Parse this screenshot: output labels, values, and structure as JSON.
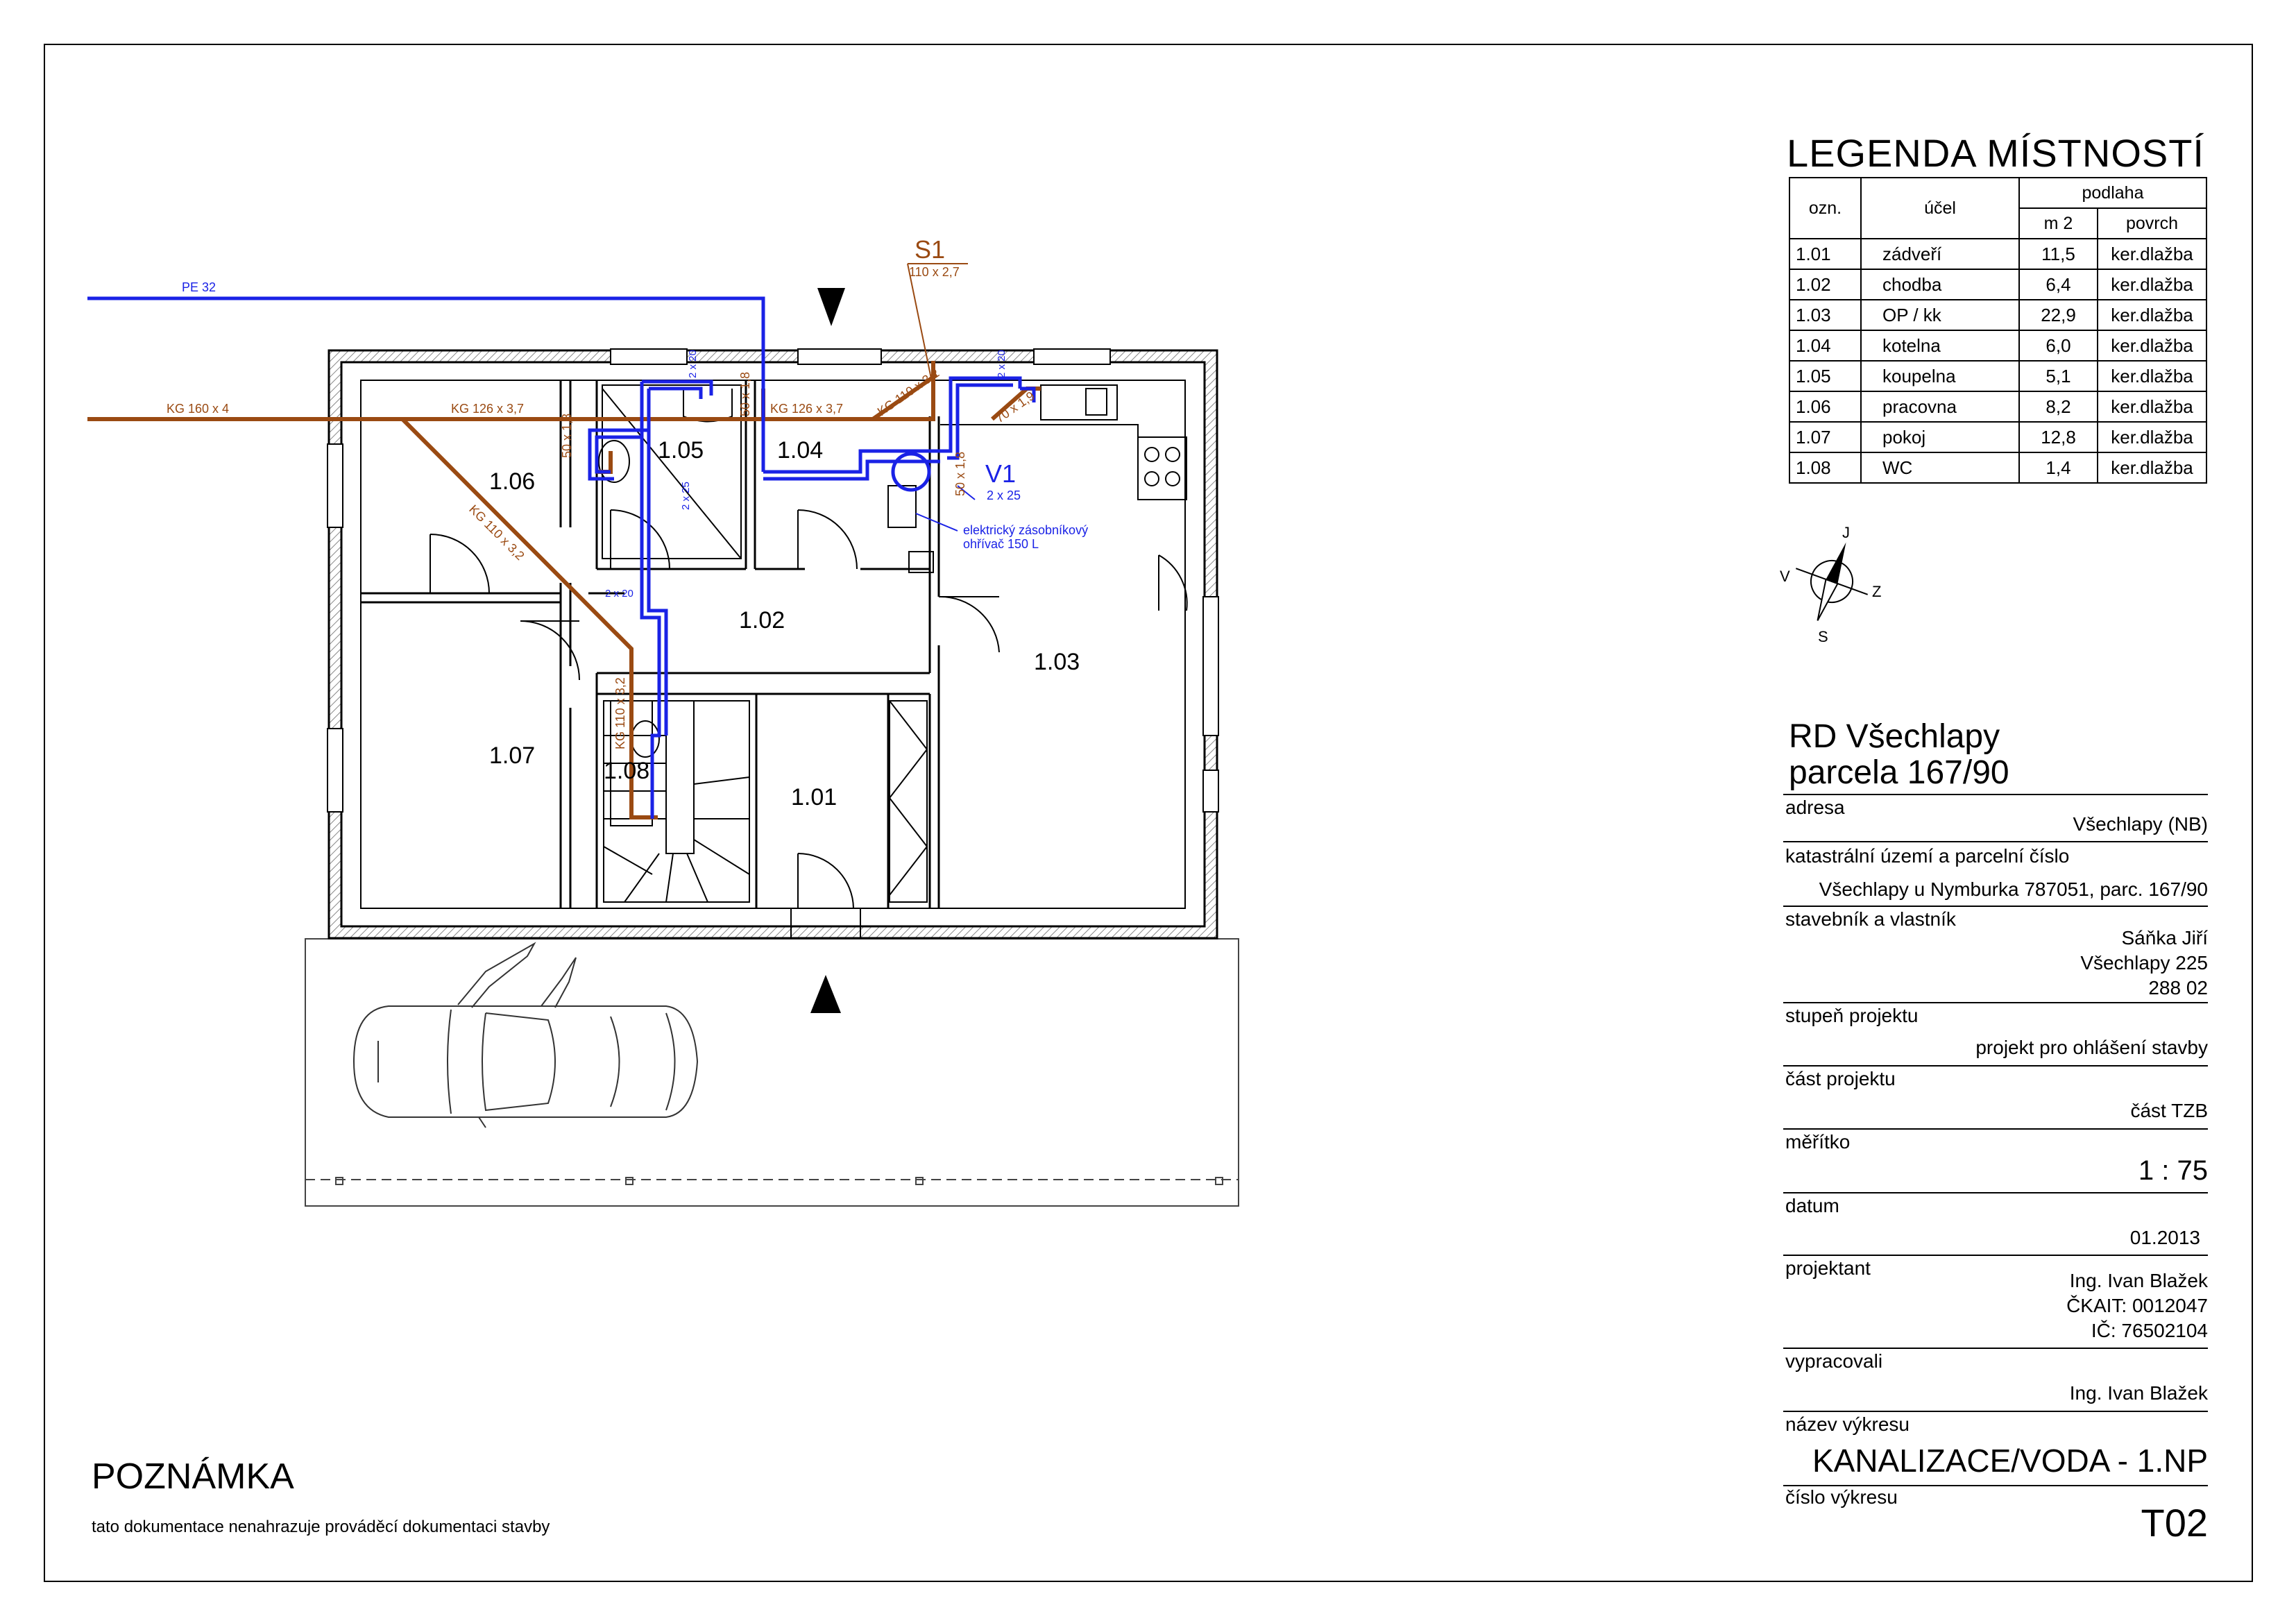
{
  "legend": {
    "title": "LEGENDA MÍSTNOSTÍ",
    "headers": {
      "code": "ozn.",
      "use": "účel",
      "floor": "podlaha",
      "area": "m 2",
      "surface": "povrch"
    },
    "rooms": [
      {
        "code": "1.01",
        "name": "zádveří",
        "area": "11,5",
        "surface": "ker.dlažba"
      },
      {
        "code": "1.02",
        "name": "chodba",
        "area": "6,4",
        "surface": "ker.dlažba"
      },
      {
        "code": "1.03",
        "name": "OP / kk",
        "area": "22,9",
        "surface": "ker.dlažba"
      },
      {
        "code": "1.04",
        "name": "kotelna",
        "area": "6,0",
        "surface": "ker.dlažba"
      },
      {
        "code": "1.05",
        "name": "koupelna",
        "area": "5,1",
        "surface": "ker.dlažba"
      },
      {
        "code": "1.06",
        "name": "pracovna",
        "area": "8,2",
        "surface": "ker.dlažba"
      },
      {
        "code": "1.07",
        "name": "pokoj",
        "area": "12,8",
        "surface": "ker.dlažba"
      },
      {
        "code": "1.08",
        "name": "WC",
        "area": "1,4",
        "surface": "ker.dlažba"
      }
    ]
  },
  "compass": {
    "north": "S",
    "south": "J",
    "east": "V",
    "west": "Z"
  },
  "plan": {
    "room_labels": [
      "1.01",
      "1.02",
      "1.03",
      "1.04",
      "1.05",
      "1.06",
      "1.07",
      "1.08"
    ],
    "pipe_labels": {
      "water_main": "PE 32",
      "sewer_main": "KG 160 x 4",
      "sewer_126_a": "KG 126 x 3,7",
      "sewer_126_b": "KG 126 x 3,7",
      "sewer_110_diag": "KG 110 x 3,2",
      "sewer_110_stack": "KG 110 x 3,2",
      "sewer_110_kitchen": "KG 110 x 3,2",
      "s1_tag": "S1",
      "s1_dim": "110 x 2,7",
      "v1_tag": "V1",
      "v1_dim": "2 x 25",
      "boiler_line1": "elektrický zásobníkový",
      "boiler_line2": "ohřívač  150 L",
      "waste_50_a": "50 x 1,8",
      "waste_50_b": "50 x 1,8",
      "waste_50_c": "50 x 1,8",
      "waste_70": "70 x 1,9",
      "water_2x20_a": "2 x 20",
      "water_2x20_b": "2 x 20",
      "water_2x20_c": "2 x 20",
      "water_2x25": "2 x 25"
    }
  },
  "title_block": {
    "project_name_1": "RD Všechlapy",
    "project_name_2": "parcela 167/90",
    "address_label": "adresa",
    "address": "Všechlapy (NB)",
    "cadastre_label": "katastrální území a parcelní číslo",
    "cadastre": "Všechlapy u Nymburka 787051, parc. 167/90",
    "owner_label": "stavebník a vlastník",
    "owner_name": "Sáňka Jiří",
    "owner_street": "Všechlapy 225",
    "owner_zip": "288 02",
    "stage_label": "stupeň projektu",
    "stage": "projekt pro ohlášení stavby",
    "part_label": "část projektu",
    "part": "část TZB",
    "scale_label": "měřítko",
    "scale": "1 : 75",
    "date_label": "datum",
    "date": "01.2013",
    "designer_label": "projektant",
    "designer_name": "Ing. Ivan Blažek",
    "designer_ckait": "ČKAIT: 0012047",
    "designer_ic": "IČ: 76502104",
    "drawn_label": "vypracovali",
    "drawn_by": "Ing. Ivan Blažek",
    "drawing_name_label": "název výkresu",
    "drawing_name": "KANALIZACE/VODA - 1.NP",
    "drawing_number_label": "číslo výkresu",
    "drawing_number": "T02"
  },
  "note": {
    "title": "POZNÁMKA",
    "text": "tato dokumentace nenahrazuje prováděcí dokumentaci stavby"
  },
  "colors": {
    "water": "#1a22e6",
    "sewer": "#9a4a12",
    "wall": "#000000",
    "hatch": "#777777"
  }
}
